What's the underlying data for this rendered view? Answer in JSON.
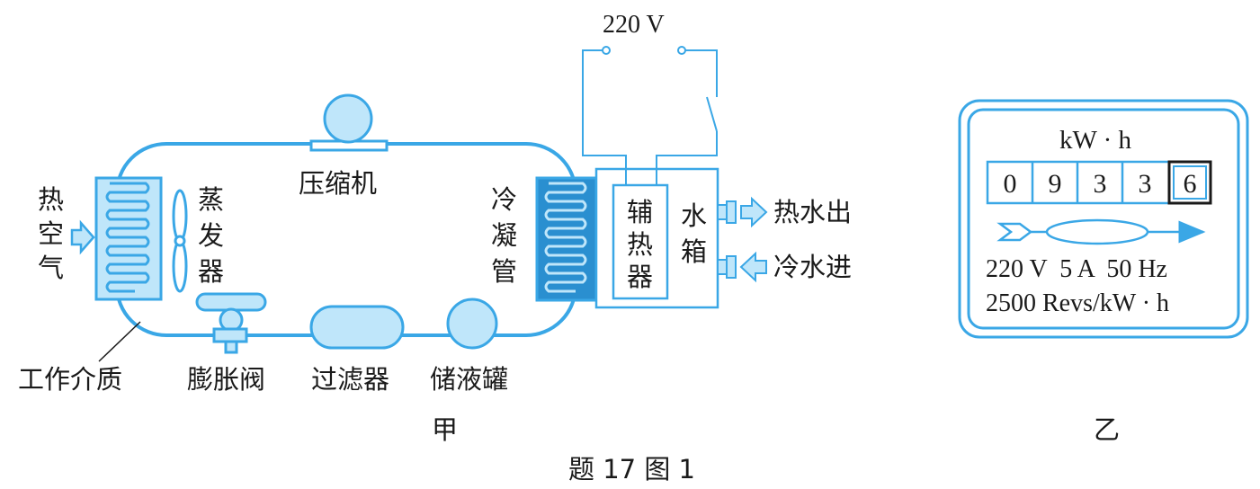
{
  "colors": {
    "pipe": "#3aa7e6",
    "fill_light": "#bfe6fa",
    "fill_dark": "#2a8fd0",
    "wire": "#3aa7e6",
    "ink": "#1a1a1a"
  },
  "labels": {
    "voltage_top": "220 V",
    "compressor": "压缩机",
    "hot_air": "热空气",
    "evaporator": "蒸发器",
    "condenser": "冷凝管",
    "aux_heater": "辅热器",
    "water_tank": "水箱",
    "hot_water_out": "热水出",
    "cold_water_in": "冷水进",
    "working_medium": "工作介质",
    "expansion_valve": "膨胀阀",
    "filter": "过滤器",
    "reservoir": "储液罐",
    "fig_a": "甲",
    "fig_b": "乙",
    "caption": "题 17 图 1"
  },
  "meter": {
    "unit": "kW · h",
    "digits": [
      "0",
      "9",
      "3",
      "3",
      "6"
    ],
    "spec1": "220 V  5 A  50 Hz",
    "spec2": "2500 Revs/kW · h"
  }
}
